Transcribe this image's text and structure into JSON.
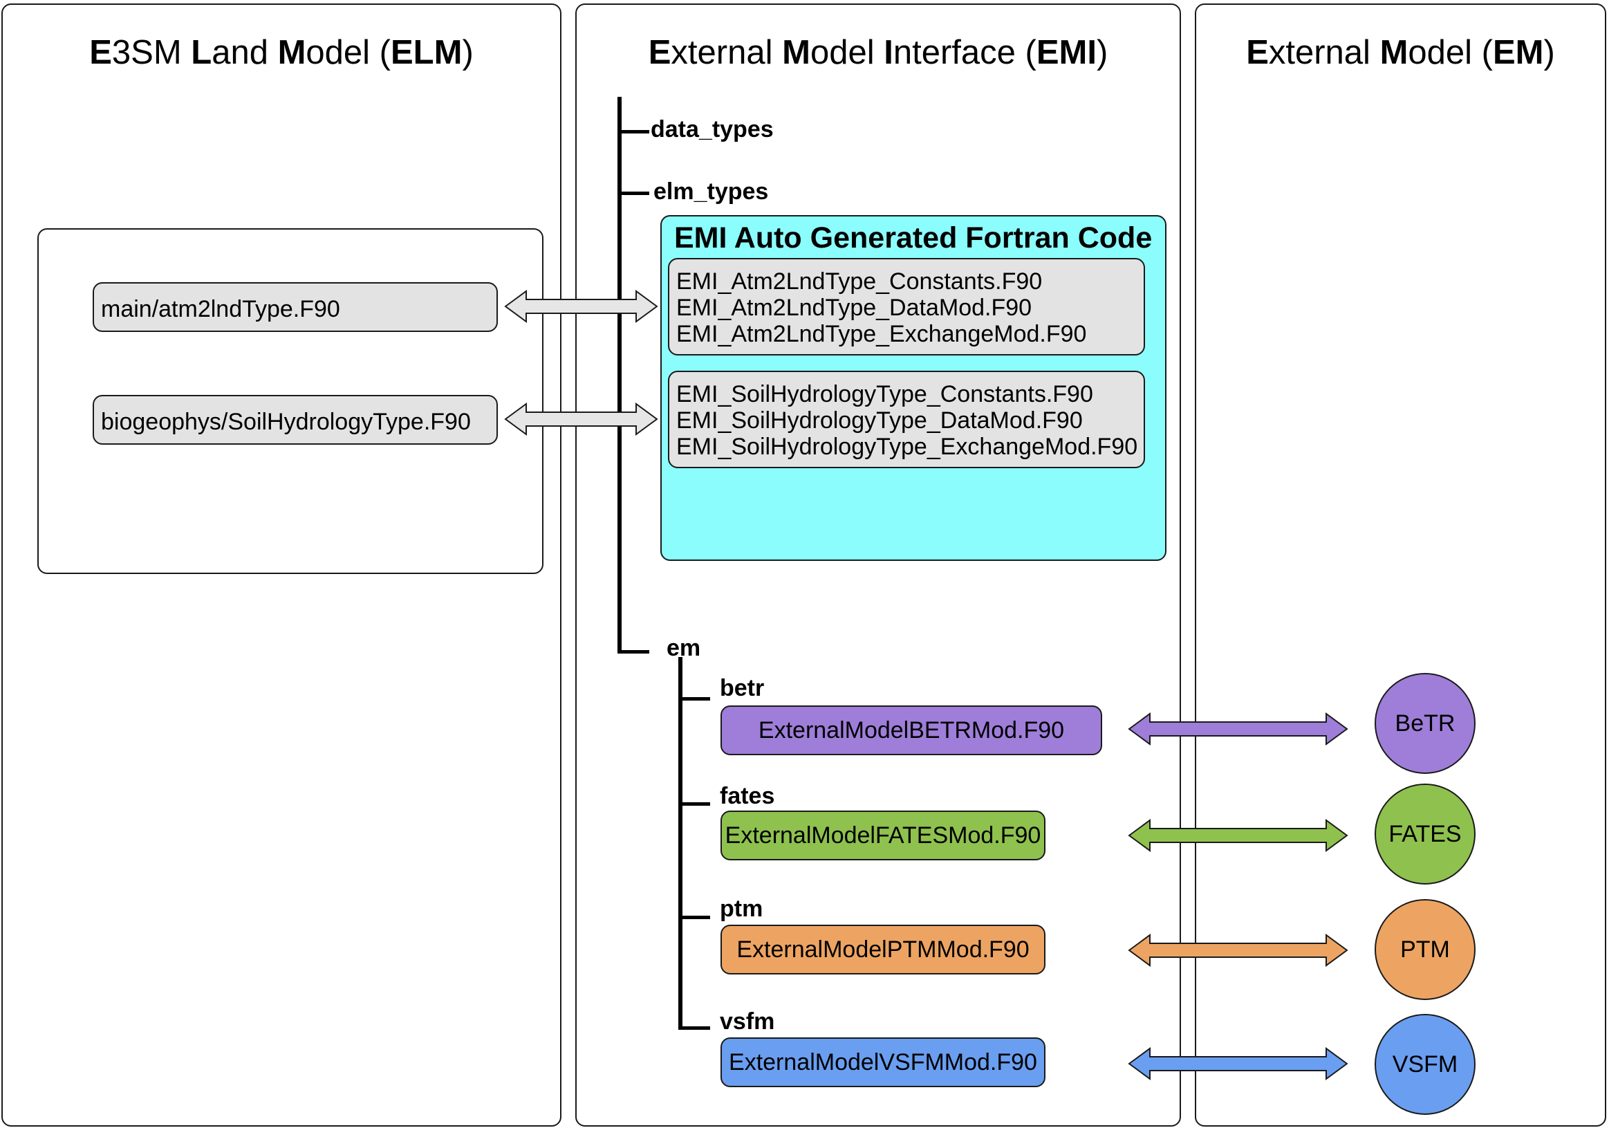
{
  "panels": {
    "elm": {
      "title": [
        {
          "t": "E",
          "b": true
        },
        {
          "t": "3SM ",
          "b": false
        },
        {
          "t": "L",
          "b": true
        },
        {
          "t": "and ",
          "b": false
        },
        {
          "t": "M",
          "b": true
        },
        {
          "t": "odel (",
          "b": false
        },
        {
          "t": "ELM",
          "b": true
        },
        {
          "t": ")",
          "b": false
        }
      ]
    },
    "emi": {
      "title": [
        {
          "t": "E",
          "b": true
        },
        {
          "t": "xternal ",
          "b": false
        },
        {
          "t": "M",
          "b": true
        },
        {
          "t": "odel ",
          "b": false
        },
        {
          "t": "I",
          "b": true
        },
        {
          "t": "nterface (",
          "b": false
        },
        {
          "t": "EMI",
          "b": true
        },
        {
          "t": ")",
          "b": false
        }
      ]
    },
    "em": {
      "title": [
        {
          "t": "E",
          "b": true
        },
        {
          "t": "xternal ",
          "b": false
        },
        {
          "t": "M",
          "b": true
        },
        {
          "t": "odel (",
          "b": false
        },
        {
          "t": "EM",
          "b": true
        },
        {
          "t": ")",
          "b": false
        }
      ]
    }
  },
  "elm_files": {
    "atm2lnd": "main/atm2lndType.F90",
    "soilhydro": "biogeophys/SoilHydrologyType.F90"
  },
  "emi_tree": {
    "data_types": "data_types",
    "elm_types": "elm_types",
    "em": "em"
  },
  "autogen": {
    "title": "EMI Auto Generated Fortran Code",
    "atm2lnd_files": [
      "EMI_Atm2LndType_Constants.F90",
      "EMI_Atm2LndType_DataMod.F90",
      "EMI_Atm2LndType_ExchangeMod.F90"
    ],
    "soilhydro_files": [
      "EMI_SoilHydrologyType_Constants.F90",
      "EMI_SoilHydrologyType_DataMod.F90",
      "EMI_SoilHydrologyType_ExchangeMod.F90"
    ]
  },
  "models": [
    {
      "folder": "betr",
      "file": "ExternalModelBETRMod.F90",
      "name": "BeTR",
      "color": "#9e7ed9"
    },
    {
      "folder": "fates",
      "file": "ExternalModelFATESMod.F90",
      "name": "FATES",
      "color": "#8fc14f"
    },
    {
      "folder": "ptm",
      "file": "ExternalModelPTMMod.F90",
      "name": "PTM",
      "color": "#eda462"
    },
    {
      "folder": "vsfm",
      "file": "ExternalModelVSFMMod.F90",
      "name": "VSFM",
      "color": "#6a9ef0"
    }
  ],
  "colors": {
    "gray_box": "#e3e3e3",
    "autogen_bg": "#8cfdfd",
    "gray_arrow": "#e6e6e6"
  }
}
